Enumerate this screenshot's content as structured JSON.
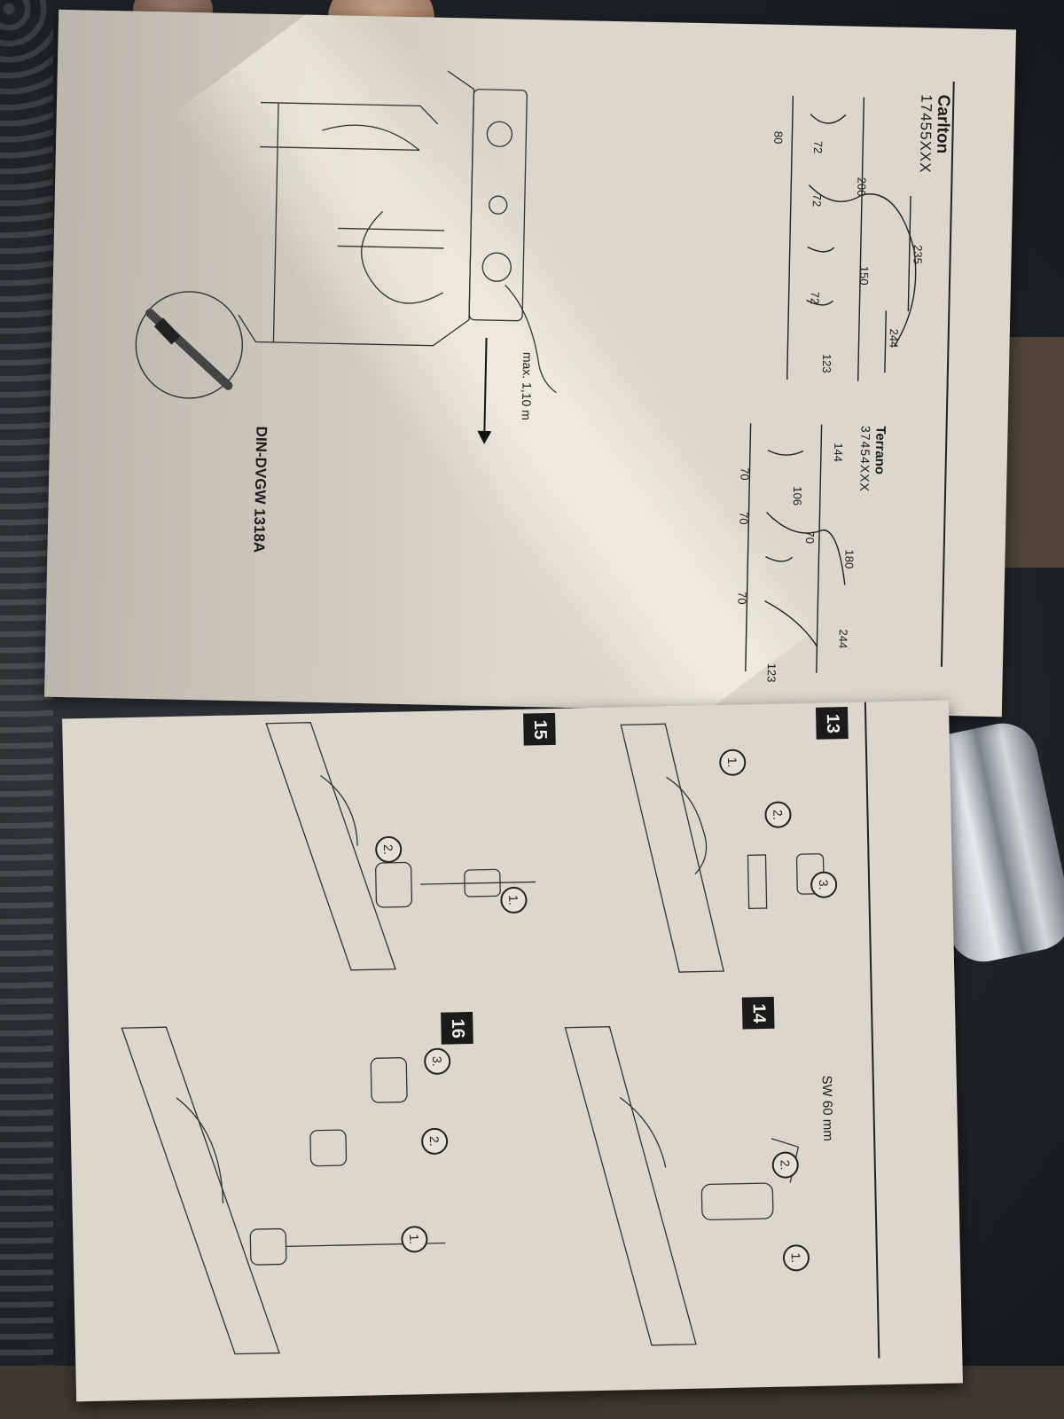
{
  "photo": {
    "subject": "",
    "top_page": {
      "model_1_name": "Carlton",
      "model_1_code": "17455XXX",
      "model_2_name": "Terrano",
      "model_2_code": "37454XXX",
      "carlton_dims": [
        "80",
        "72",
        "72",
        "72",
        "200",
        "235",
        "150",
        "244",
        "123"
      ],
      "terrano_dims": [
        "144",
        "70",
        "70",
        "70",
        "106",
        "70",
        "180",
        "244",
        "123"
      ],
      "hose_note": "max. 1,10 m",
      "standard": "DIN-DVGW 1318A"
    },
    "bottom_page": {
      "steps": [
        "13",
        "14",
        "15",
        "16"
      ],
      "sub_steps": [
        "1.",
        "2.",
        "3."
      ],
      "wrench_note": "SW 60 mm"
    }
  },
  "colors": {
    "paper": "#dcd6cc",
    "ink": "#1b1b1b",
    "background": "#23272c"
  }
}
